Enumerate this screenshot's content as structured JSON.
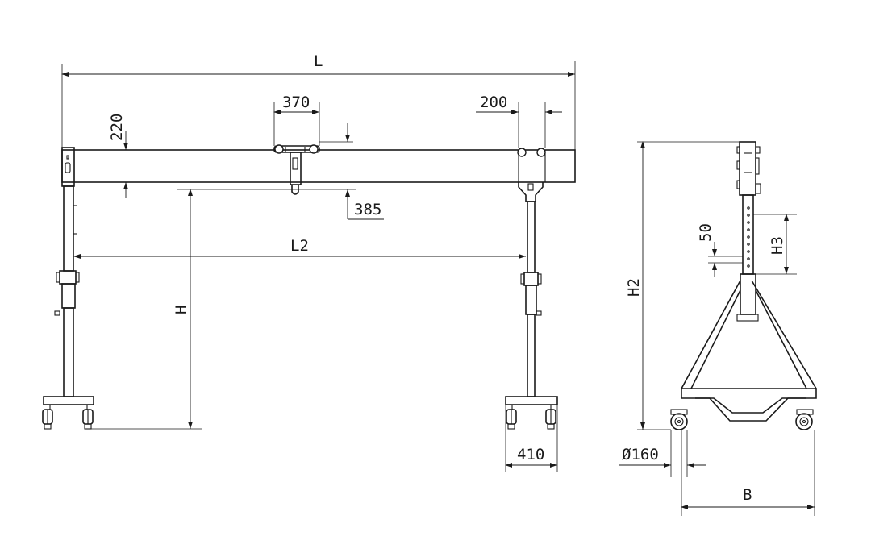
{
  "dimensions": {
    "L": "L",
    "L2": "L2",
    "H": "H",
    "H2": "H2",
    "H3": "H3",
    "B": "B",
    "d370": "370",
    "d200": "200",
    "d220": "220",
    "d385": "385",
    "d410": "410",
    "d50": "50",
    "d160": "Ø160"
  }
}
